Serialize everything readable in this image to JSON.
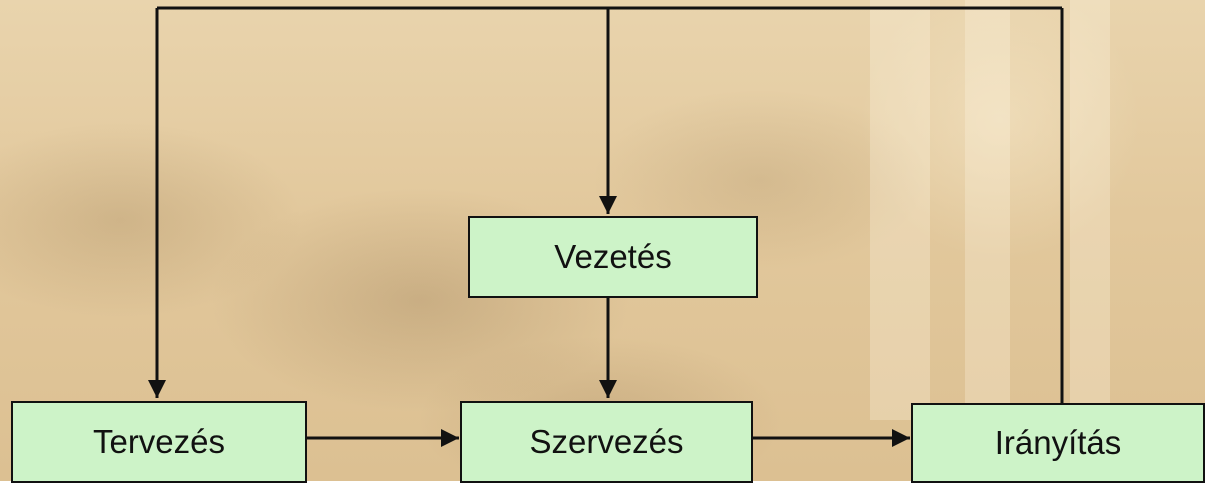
{
  "diagram": {
    "nodes": {
      "vezetes": "Vezetés",
      "tervezes": "Tervezés",
      "szervezes": "Szervezés",
      "iranyitas": "Irányítás"
    },
    "edges": [
      {
        "from": "vezetes",
        "to": "szervezes"
      },
      {
        "from": "tervezes",
        "to": "szervezes"
      },
      {
        "from": "szervezes",
        "to": "iranyitas"
      },
      {
        "from": "iranyitas",
        "to": "vezetes",
        "via": "top-feedback-line"
      },
      {
        "from": "iranyitas",
        "to": "tervezes",
        "via": "top-feedback-line"
      }
    ]
  },
  "colors": {
    "box_fill": "#cdf3c8",
    "line": "#111111",
    "background": "#e2c89c"
  }
}
